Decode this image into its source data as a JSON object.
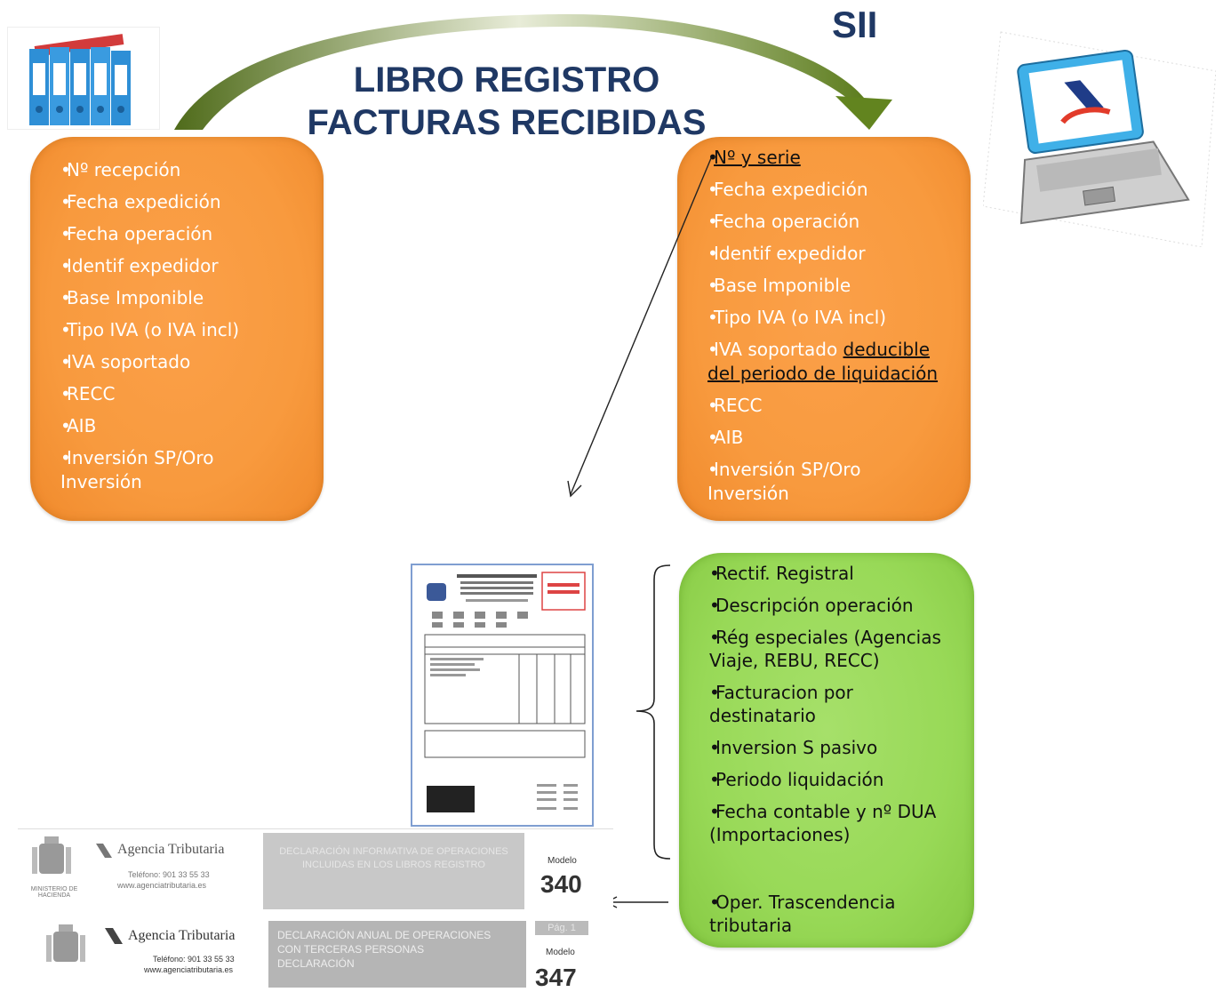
{
  "title": {
    "line1": "LIBRO REGISTRO",
    "line2": "FACTURAS RECIBIDAS"
  },
  "sii_label": "SII",
  "left_box": {
    "items": [
      "Nº recepción",
      "Fecha expedición",
      "Fecha operación",
      "Identif expedidor",
      "Base Imponible",
      "Tipo IVA (o IVA incl)",
      "IVA soportado",
      "RECC",
      "AIB",
      "Inversión SP/Oro Inversión"
    ]
  },
  "right_box": {
    "item1": "Nº  y serie",
    "item2": "Fecha expedición",
    "item3": "Fecha operación",
    "item4": "Identif expedidor",
    "item5": "Base Imponible",
    "item6": "Tipo IVA (o IVA incl)",
    "item7_plain": "IVA soportado ",
    "item7_underlined": "deducible del periodo de liquidación",
    "item8": "RECC",
    "item9": "AIB",
    "item10": "Inversión SP/Oro Inversión"
  },
  "green_box": {
    "items": [
      "Rectif. Registral",
      "Descripción operación",
      "Rég especiales (Agencias Viaje, REBU, RECC)",
      "Facturacion por destinatario",
      "Inversion S pasivo",
      "Periodo liquidación",
      "Fecha contable y nº DUA (Importaciones)"
    ],
    "last_item": "Oper. Trascendencia tributaria"
  },
  "forms": {
    "form1": {
      "agency": "Agencia Tributaria",
      "phone": "Teléfono: 901 33 55 33",
      "web": "www.agenciatributaria.es",
      "banner": "DECLARACIÓN INFORMATIVA DE OPERACIONES INCLUIDAS EN LOS LIBROS REGISTRO",
      "modelo_label": "Modelo",
      "modelo_number": "340"
    },
    "form2": {
      "agency": "Agencia Tributaria",
      "phone": "Teléfono: 901 33 55 33",
      "web": "www.agenciatributaria.es",
      "banner": "DECLARACIÓN ANUAL DE OPERACIONES CON TERCERAS PERSONAS",
      "banner2": "DECLARACIÓN",
      "page_label": "Pág. 1",
      "modelo_label": "Modelo",
      "modelo_number": "347"
    }
  },
  "icons": {
    "binders": "binders-icon",
    "laptop": "laptop-aeat-icon",
    "invoice": "invoice-document-icon"
  },
  "colors": {
    "orange": "#f89a3e",
    "green": "#98d957",
    "title_blue": "#1f3864",
    "arc_green": "#6b8e23"
  }
}
